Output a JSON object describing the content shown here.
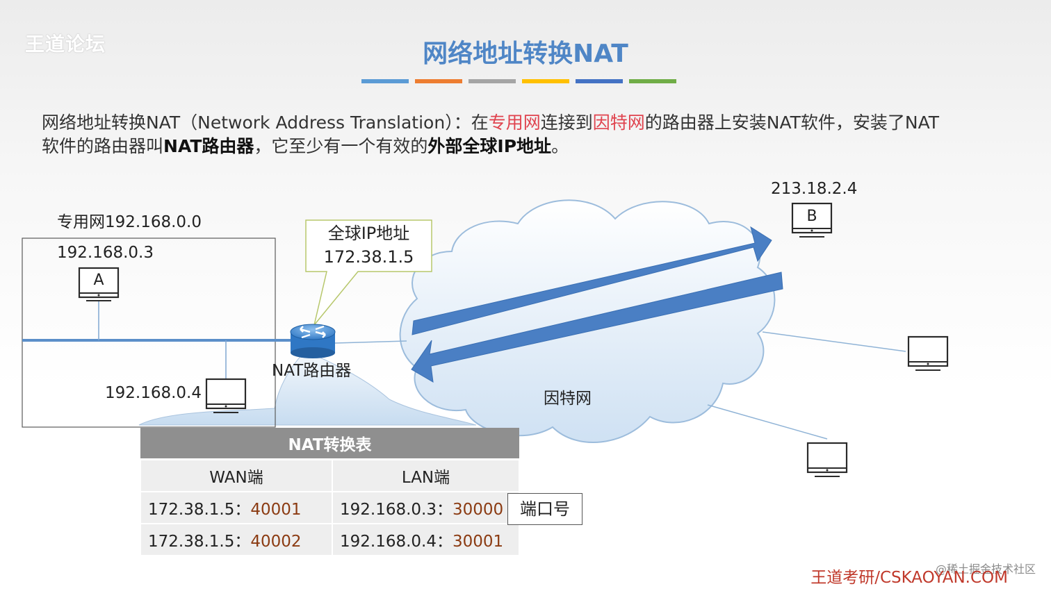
{
  "watermark": "王道论坛",
  "title": "网络地址转换NAT",
  "title_bar_colors": [
    "#5b9bd5",
    "#ed7d31",
    "#a5a5a5",
    "#ffc000",
    "#4472c4",
    "#70ad47"
  ],
  "intro": {
    "p1": "网络地址转换NAT（Network Address Translation）：在",
    "p2": "专用网",
    "p3": "连接到",
    "p4": "因特网",
    "p5": "的路由器上安装NAT软件，安装了NAT",
    "p6": "软件的路由器叫",
    "p7": "NAT路由器",
    "p8": "，它至少有一个有效的",
    "p9": "外部全球IP地址",
    "p10": "。"
  },
  "private_net": {
    "label": "专用网192.168.0.0",
    "host_a": {
      "ip": "192.168.0.3",
      "letter": "A"
    },
    "host_2": {
      "ip": "192.168.0.4"
    }
  },
  "router": {
    "label": "NAT路由器",
    "callout_line1": "全球IP地址",
    "callout_line2": "172.38.1.5"
  },
  "internet": {
    "label": "因特网",
    "host_b": {
      "ip": "213.18.2.4",
      "letter": "B"
    }
  },
  "nat_table": {
    "title": "NAT转换表",
    "col_wan": "WAN端",
    "col_lan": "LAN端",
    "rows": [
      {
        "wan_ip": "172.38.1.5：",
        "wan_port": "40001",
        "lan_ip": "192.168.0.3：",
        "lan_port": "30000"
      },
      {
        "wan_ip": "172.38.1.5：",
        "wan_port": "40002",
        "lan_ip": "192.168.0.4：",
        "lan_port": "30001"
      }
    ],
    "port_label": "端口号"
  },
  "footer": "王道考研/CSKAOYAN.COM",
  "juejin": "@稀土掘金技术社区",
  "colors": {
    "title": "#4f86c6",
    "highlight": "#e0434e",
    "port": "#8b3b12",
    "arrow": "#4a7fc4",
    "footer": "#c0392b"
  }
}
